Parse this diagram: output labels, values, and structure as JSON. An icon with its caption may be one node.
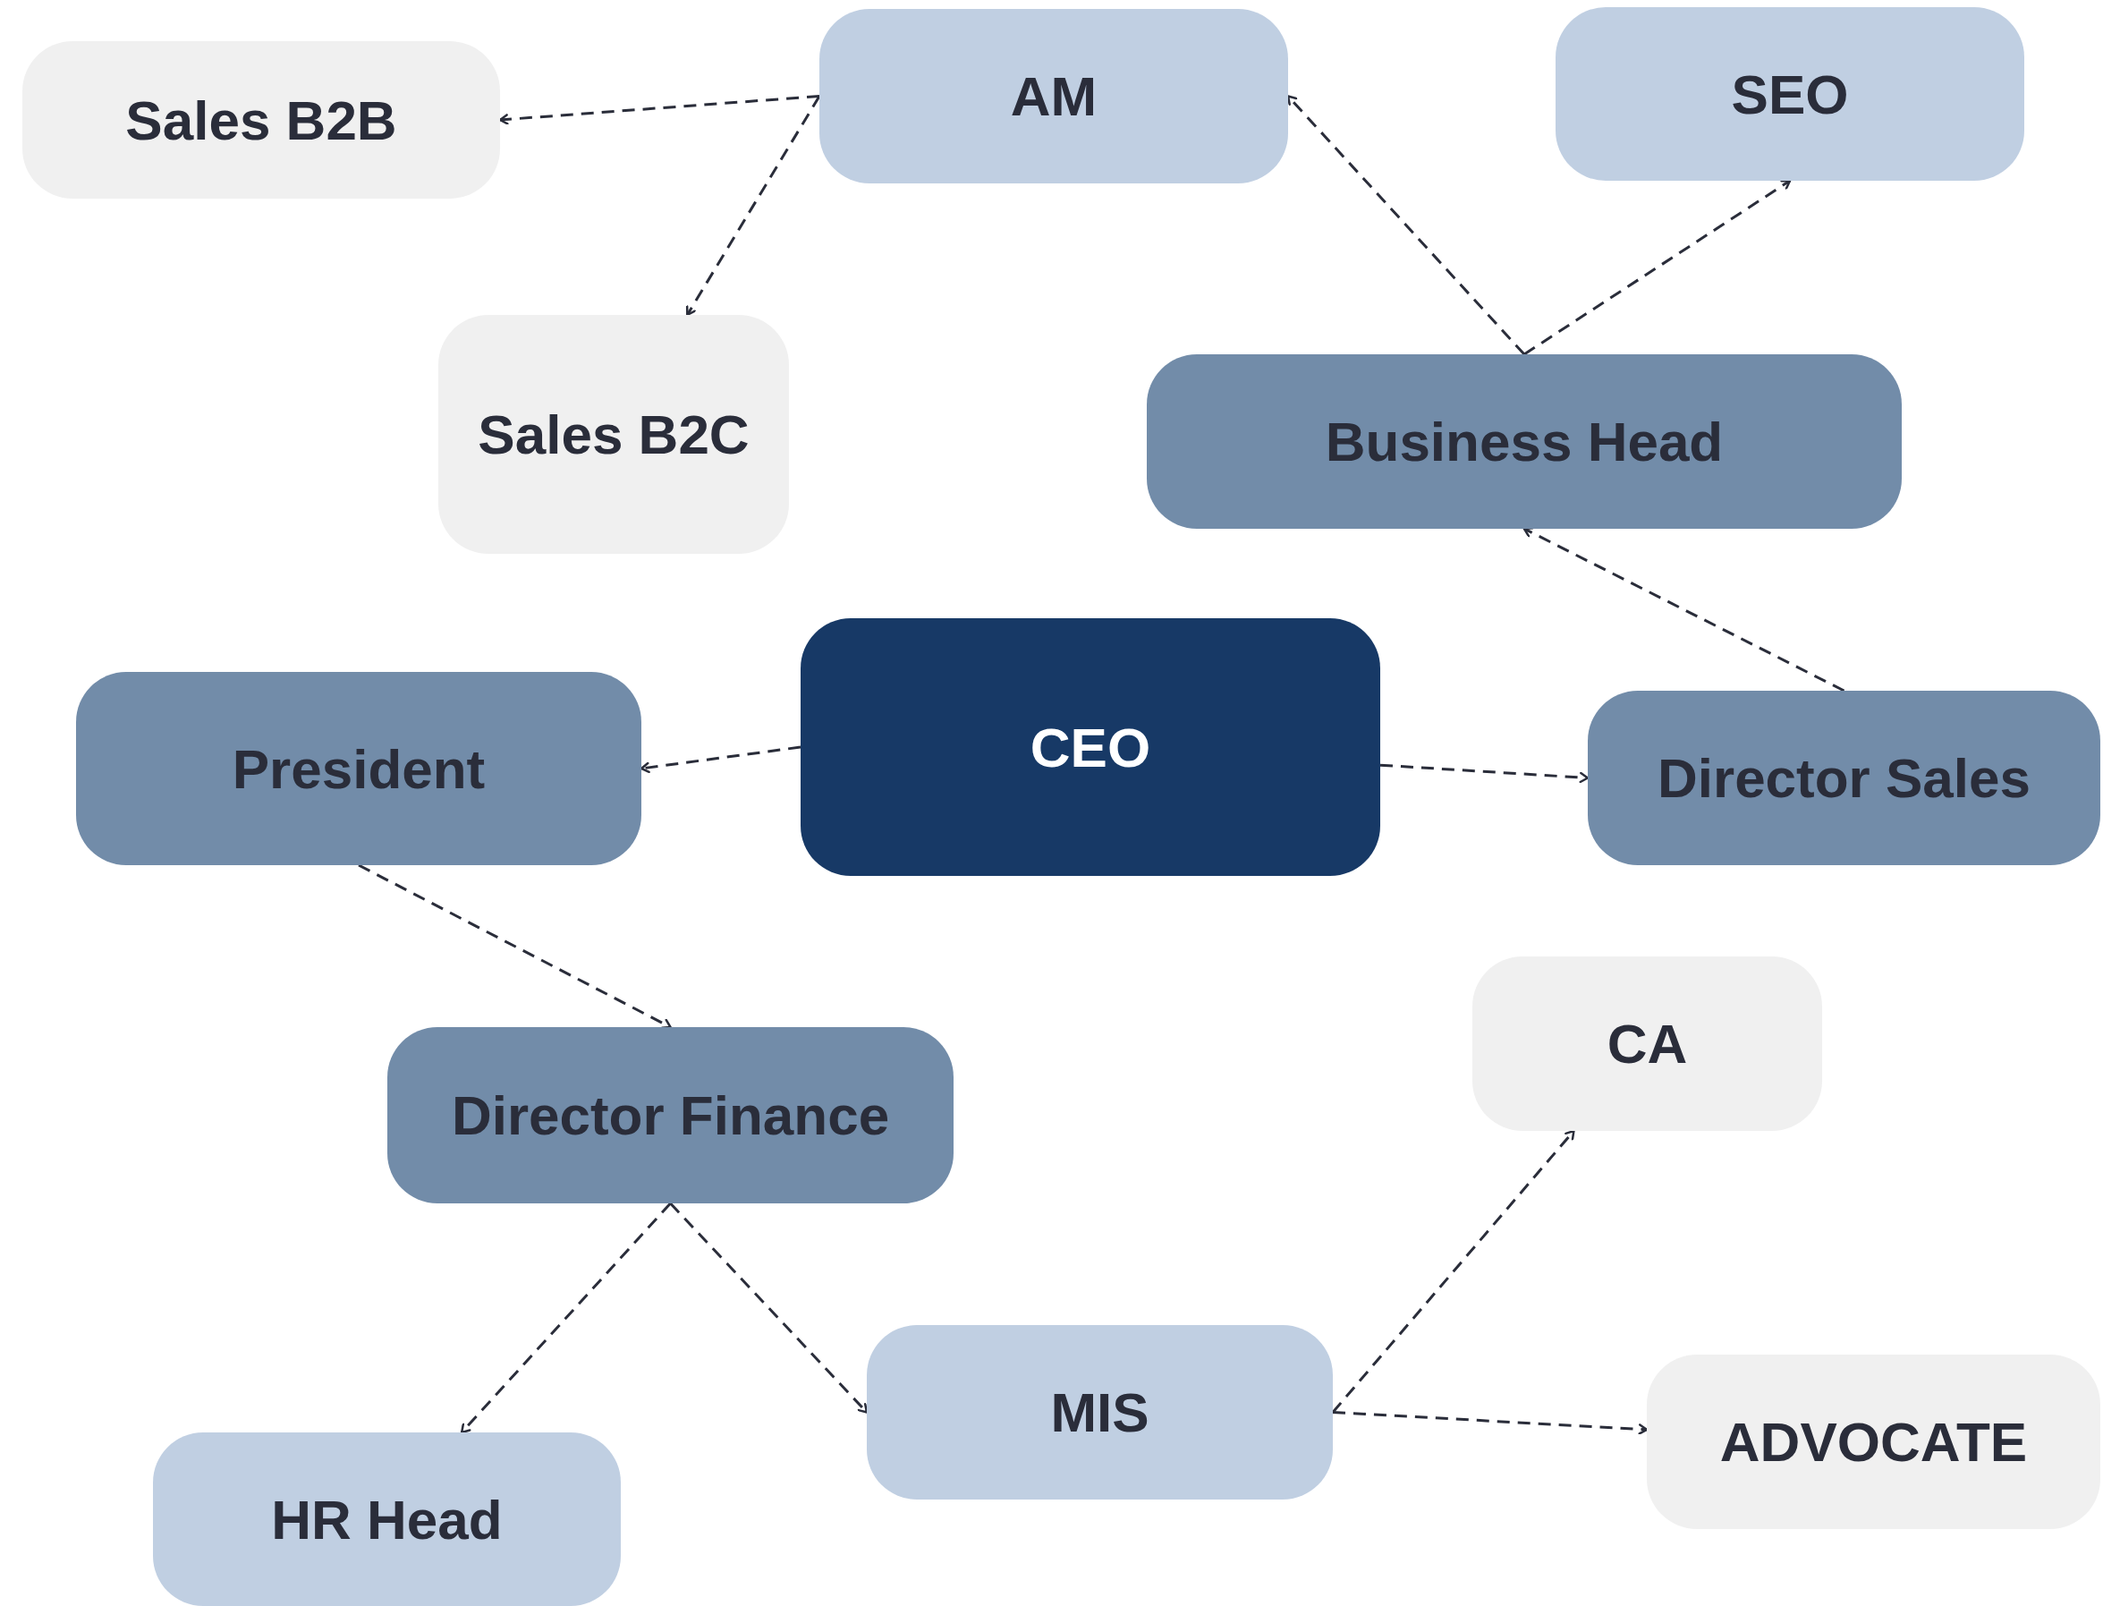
{
  "diagram": {
    "nodes": [
      {
        "text": [
          "Sales B2B"
        ]
      },
      {
        "text": [
          "AM"
        ]
      },
      {
        "text": [
          "SEO"
        ]
      },
      {
        "text": [
          "Sales B2C"
        ]
      },
      {
        "text": [
          "Business Head"
        ]
      },
      {
        "text": [
          "CEO"
        ]
      },
      {
        "text": [
          "President"
        ]
      },
      {
        "text": [
          "Director Sales"
        ]
      },
      {
        "text": [
          "CA"
        ]
      },
      {
        "text": [
          "Director Finance"
        ]
      },
      {
        "text": [
          "MIS"
        ]
      },
      {
        "text": [
          "ADVOCATE"
        ]
      },
      {
        "text": [
          "HR Head"
        ]
      }
    ],
    "edges": [
      {
        "from": 1,
        "to": 0,
        "arrow": "to",
        "style": "dashed"
      },
      {
        "from": 1,
        "to": 3,
        "arrow": "to",
        "style": "dashed"
      },
      {
        "from": 4,
        "to": 1,
        "arrow": "to",
        "style": "dashed"
      },
      {
        "from": 4,
        "to": 2,
        "arrow": "to",
        "style": "dashed"
      },
      {
        "from": 7,
        "to": 4,
        "arrow": "to",
        "style": "dashed"
      },
      {
        "from": 5,
        "to": 6,
        "arrow": "to",
        "style": "dashed"
      },
      {
        "from": 5,
        "to": 7,
        "arrow": "to",
        "style": "dashed"
      },
      {
        "from": 6,
        "to": 9,
        "arrow": "to",
        "style": "dashed"
      },
      {
        "from": 9,
        "to": 12,
        "arrow": "to",
        "style": "dashed"
      },
      {
        "from": 9,
        "to": 10,
        "arrow": "to",
        "style": "dashed"
      },
      {
        "from": 10,
        "to": 8,
        "arrow": "to",
        "style": "dashed"
      },
      {
        "from": 10,
        "to": 11,
        "arrow": "to",
        "style": "dashed"
      }
    ]
  }
}
